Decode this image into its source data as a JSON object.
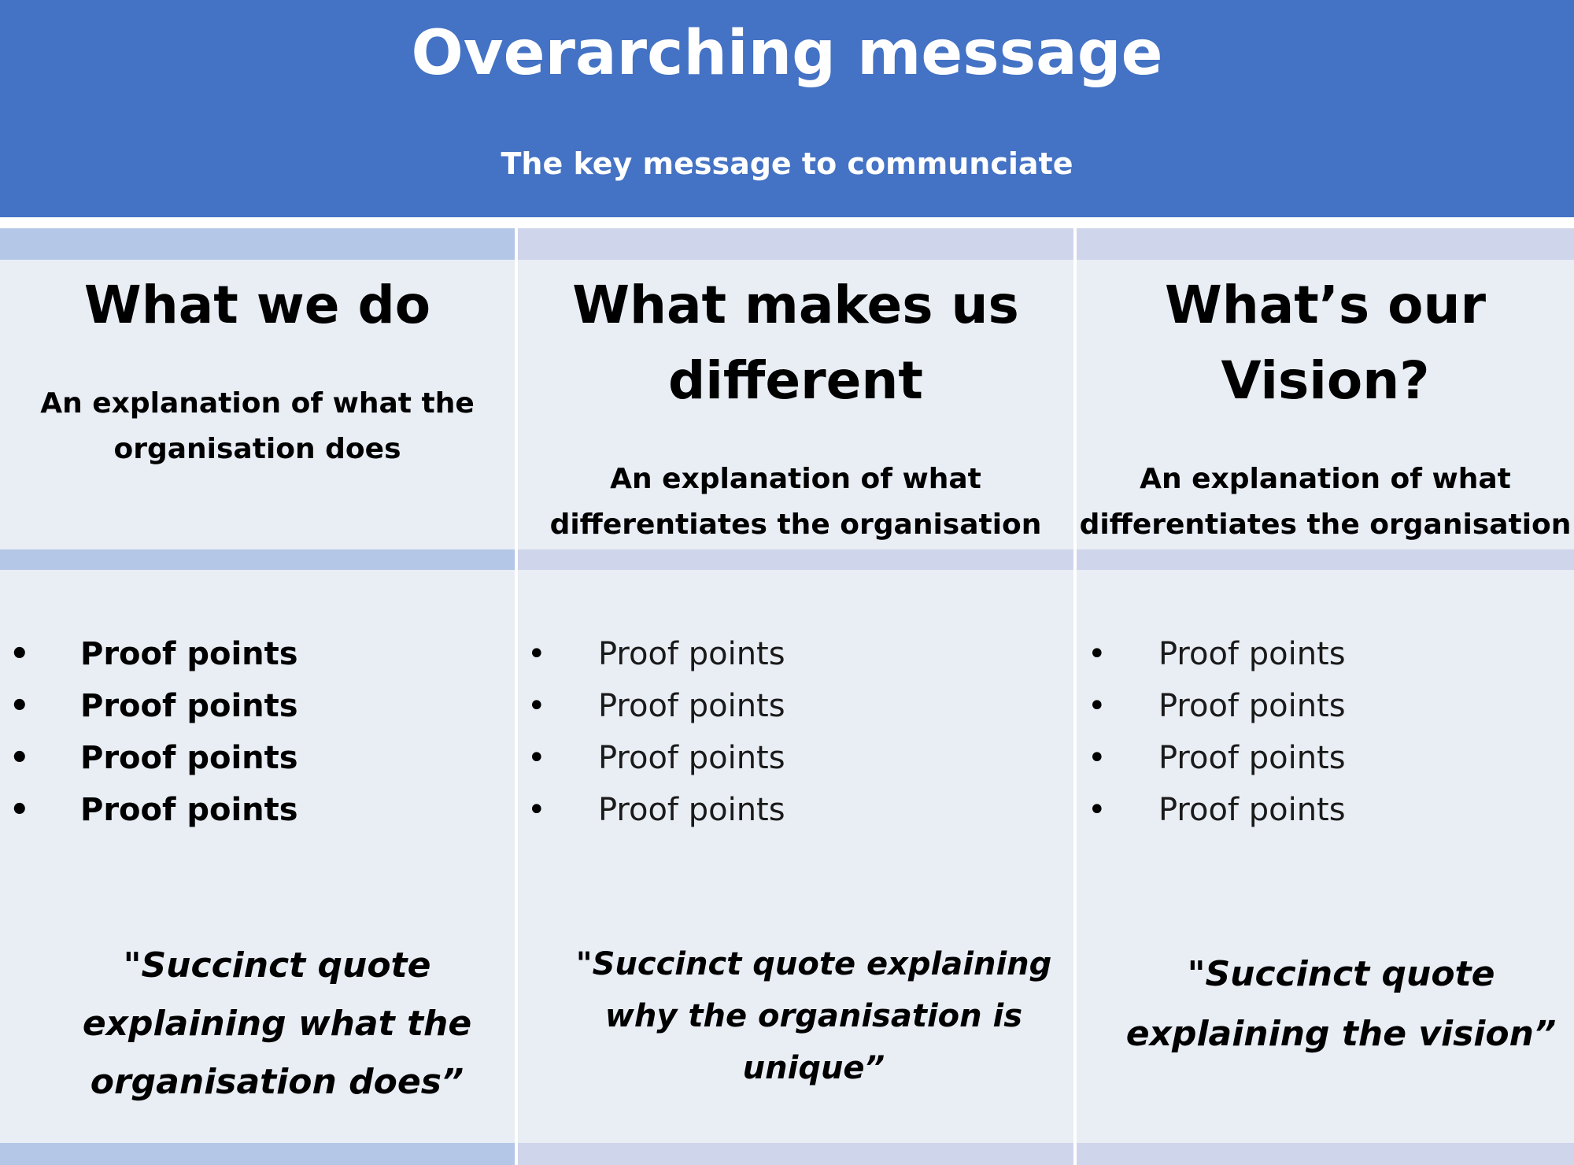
{
  "header": {
    "title": "Overarching message",
    "subtitle": "The key message to communciate"
  },
  "columns": [
    {
      "heading": "What we do",
      "description": "An explanation of what the\norganisation does",
      "bullets": [
        "Proof points",
        "Proof points",
        "Proof points",
        "Proof points"
      ],
      "quote": "\"Succinct quote\nexplaining what the\norganisation does”"
    },
    {
      "heading": "What makes us\ndifferent",
      "description": "An explanation of what\ndifferentiates the organisation",
      "bullets": [
        "Proof points",
        "Proof points",
        "Proof points",
        "Proof points"
      ],
      "quote": "\"Succinct quote explaining\nwhy the organisation is\nunique”"
    },
    {
      "heading": "What’s our\nVision?",
      "description": "An explanation of what\ndifferentiates the organisation",
      "bullets": [
        "Proof points",
        "Proof points",
        "Proof points",
        "Proof points"
      ],
      "quote": "\"Succinct quote\nexplaining the vision”"
    }
  ],
  "bullet_glyph": "•",
  "colors": {
    "header_bg": "#4472c4",
    "panel_bg": "#e9edf4",
    "band_left": "#b4c7e7",
    "band_right": "#cfd5ea"
  }
}
